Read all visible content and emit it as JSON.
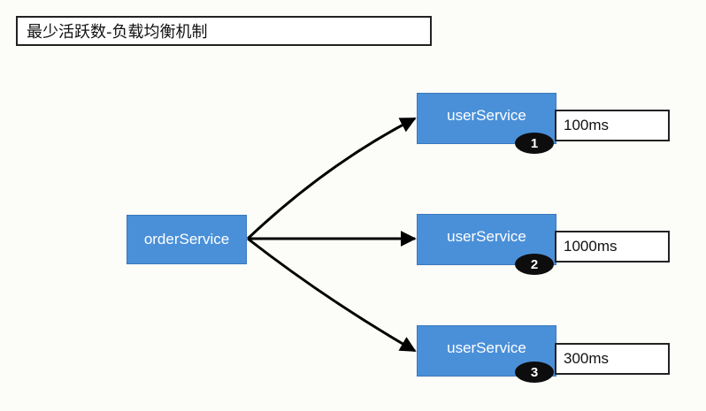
{
  "title": "最少活跃数-负载均衡机制",
  "source": {
    "label": "orderService"
  },
  "targets": [
    {
      "label": "userService",
      "badge": "1",
      "time": "100ms"
    },
    {
      "label": "userService",
      "badge": "2",
      "time": "1000ms"
    },
    {
      "label": "userService",
      "badge": "3",
      "time": "300ms"
    }
  ],
  "colors": {
    "node_fill": "#4a90d9",
    "badge_fill": "#0d0d0d",
    "arrow": "#000000"
  }
}
